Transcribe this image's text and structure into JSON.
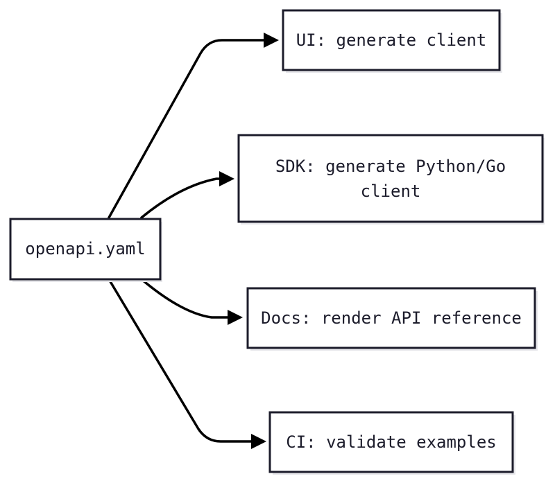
{
  "nodes": {
    "source": {
      "label": "openapi.yaml"
    },
    "ui": {
      "label": "UI: generate client"
    },
    "sdk": {
      "label_line1": "SDK: generate Python/Go",
      "label_line2": "client"
    },
    "docs": {
      "label": "Docs: render API reference"
    },
    "ci": {
      "label": "CI: validate examples"
    }
  },
  "edges": [
    {
      "from": "source",
      "to": "ui"
    },
    {
      "from": "source",
      "to": "sdk"
    },
    {
      "from": "source",
      "to": "docs"
    },
    {
      "from": "source",
      "to": "ci"
    }
  ],
  "colors": {
    "stroke": "#1c1c2b",
    "edge": "#000000",
    "background": "#ffffff"
  }
}
